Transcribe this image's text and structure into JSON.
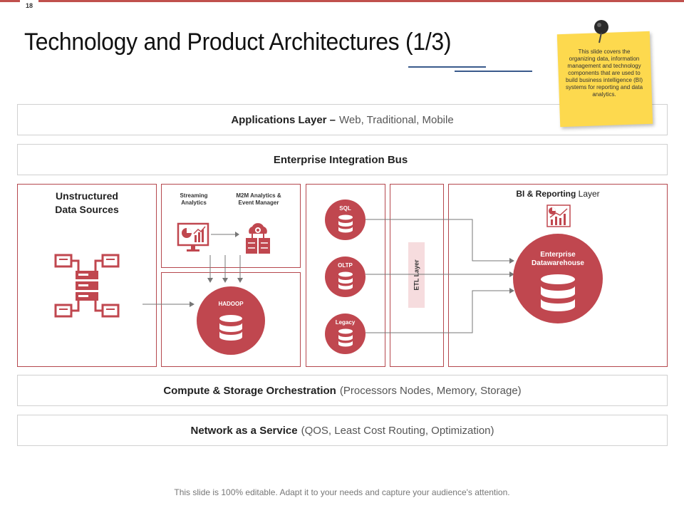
{
  "page_number": "18",
  "title": "Technology and Product Architectures (1/3)",
  "note": {
    "text": "This slide covers the organizing data, information management and technology components that are used to build business intelligence (BI) systems for reporting and data analytics."
  },
  "layers": {
    "applications": {
      "bold": "Applications Layer –",
      "rest": "Web, Traditional, Mobile"
    },
    "integration": {
      "bold": "Enterprise Integration Bus",
      "rest": ""
    },
    "compute": {
      "bold": "Compute & Storage Orchestration",
      "rest": "(Processors Nodes, Memory, Storage)"
    },
    "network": {
      "bold": "Network as a Service",
      "rest": "(QOS, Least Cost Routing, Optimization)"
    }
  },
  "unstructured": {
    "title_line1": "Unstructured",
    "title_line2": "Data Sources"
  },
  "streaming": {
    "left_label_line1": "Streaming",
    "left_label_line2": "Analytics",
    "right_label_line1": "M2M Analytics &",
    "right_label_line2": "Event Manager"
  },
  "hadoop": {
    "label": "HADOOP"
  },
  "databases": {
    "sql": "SQL",
    "oltp": "OLTP",
    "legacy": "Legacy"
  },
  "etl": {
    "label": "ETL Layer"
  },
  "bi": {
    "title_bold": "BI & Reporting",
    "title_rest": "Layer",
    "dw_line1": "Enterprise",
    "dw_line2": "Datawarehouse"
  },
  "footer": "This slide is 100% editable. Adapt it to your needs and capture your audience's attention.",
  "colors": {
    "accent": "#c0474f",
    "note": "#fdd94e",
    "line_blue": "#3a5a8c",
    "etl_bg": "#f6dcde"
  },
  "icons": [
    "pin-icon",
    "network-hub-icon",
    "analytics-monitor-icon",
    "cloud-servers-icon",
    "database-icon",
    "bar-chart-report-icon"
  ]
}
